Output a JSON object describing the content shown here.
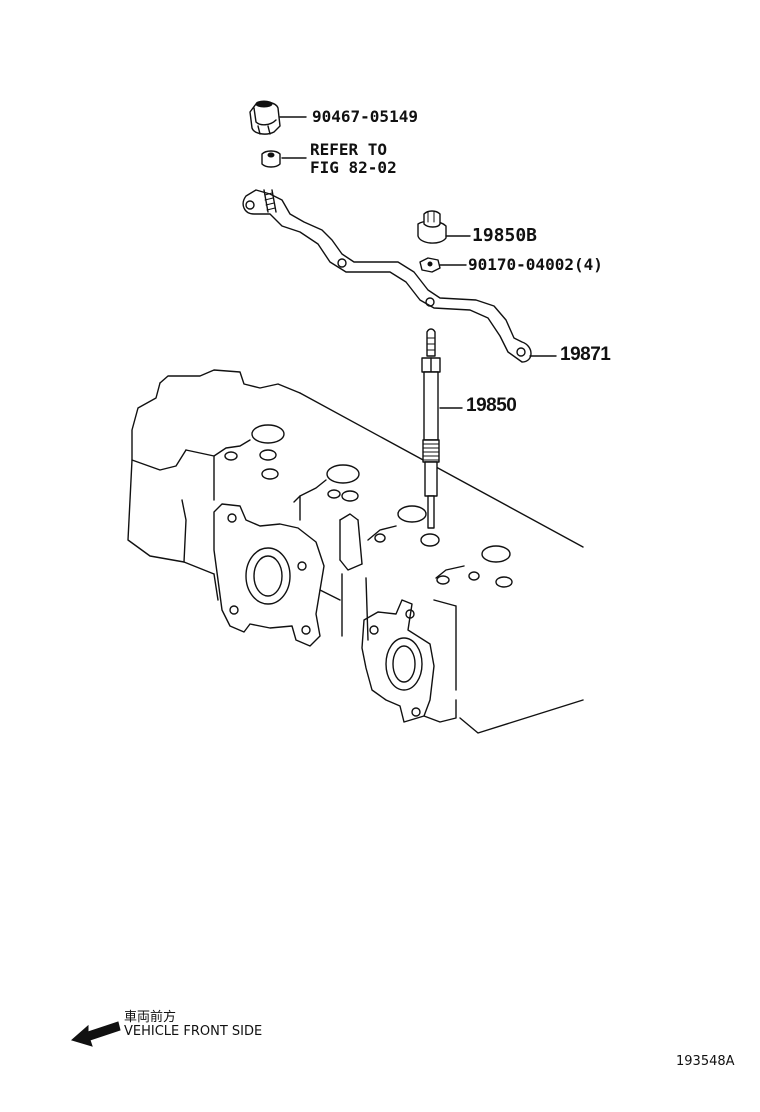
{
  "labels": {
    "nut_part": "90467-05149",
    "refer_line1": "REFER TO",
    "refer_line2": "FIG 82-02",
    "connector_part": "19850B",
    "nut_small_part": "90170-04002(4)",
    "bus_bar_part": "19871",
    "glow_plug_part": "19850"
  },
  "direction": {
    "japanese": "車両前方",
    "english": "VEHICLE FRONT SIDE",
    "icon": "arrow-left-icon"
  },
  "figure_code": "193548A"
}
